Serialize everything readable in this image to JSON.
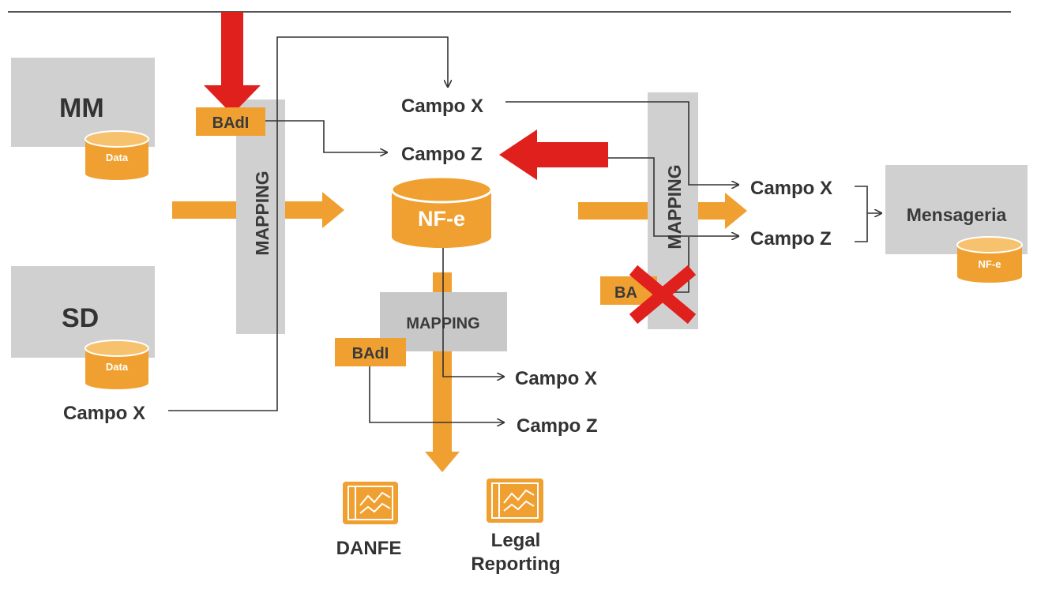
{
  "colors": {
    "orange": "#f0a030",
    "orange_dark": "#d98a14",
    "grey_box": "#d0d0d0",
    "red": "#e0201c",
    "line": "#333333"
  },
  "sources": {
    "mm": {
      "label": "MM",
      "db_label": "Data"
    },
    "sd": {
      "label": "SD",
      "db_label": "Data"
    }
  },
  "mapping_left": "MAPPING",
  "mapping_right": "MAPPING",
  "mapping_bottom": "MAPPING",
  "badi_top": "BAdI",
  "badi_bottom": "BAdI",
  "badi_right_partial": "BA",
  "nfe_db": "NF-e",
  "fields": {
    "campo_x_source": "Campo X",
    "campo_x_center": "Campo X",
    "campo_z_center": "Campo Z",
    "campo_x_right": "Campo X",
    "campo_z_right": "Campo Z",
    "campo_x_bottom": "Campo X",
    "campo_z_bottom": "Campo Z"
  },
  "mensageria": {
    "label": "Mensageria",
    "db_label": "NF-e"
  },
  "outputs": {
    "danfe": "DANFE",
    "legal_reporting_line1": "Legal",
    "legal_reporting_line2": "Reporting"
  },
  "icons": {
    "danfe_icon": "report-chart-icon",
    "legal_icon": "report-chart-icon",
    "red_x": "cross-icon"
  }
}
